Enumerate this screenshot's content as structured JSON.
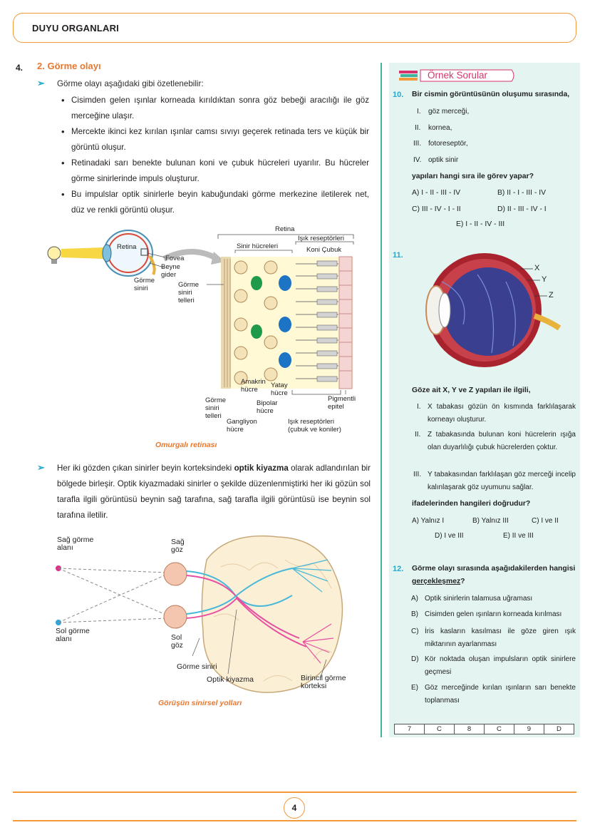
{
  "header": {
    "title": "DUYU ORGANLARI"
  },
  "section": {
    "number": "4.",
    "title": "2. Görme olayı"
  },
  "intro": "Görme olayı aşağıdaki gibi özetlenebilir:",
  "bullets": [
    "Cisimden gelen ışınlar korneada kırıldıktan sonra göz bebeği aracılığı ile göz merceğine ulaşır.",
    "Mercekte ikinci kez kırılan ışınlar camsı sıvıyı geçerek retinada ters ve küçük bir görüntü oluşur.",
    "Retinadaki sarı benekte bulunan koni ve çubuk hücreleri uyarılır. Bu hücreler görme sinirlerinde impuls oluşturur.",
    "Bu impulslar optik sinirlerle beyin kabuğundaki görme merkezine iletilerek net, düz ve renkli görüntü oluşur."
  ],
  "retina_figure": {
    "labels": {
      "retina_small": "Retina",
      "fovea": "Fovea",
      "blind_spot": "Beyne\ngider",
      "optic_nerve": "Görme\nsiniri",
      "nerve_fibers": "Görme\nsiniri\ntelleri",
      "retina_top": "Retina",
      "receptors_top": "Işık reseptörleri",
      "nerve_cells": "Sinir hücreleri",
      "cone_rod": "Koni Çubuk",
      "amacrine": "Amakrin\nhücre",
      "horizontal": "Yatay\nhücre",
      "bipolar": "Bipolar\nhücre",
      "ganglion": "Gangliyon\nhücre",
      "nerve_fibers_bottom": "Görme\nsiniri\ntelleri",
      "receptors_bottom": "Işık reseptörleri\n(çubuk ve koniler)",
      "pigment": "Pigmentli\nepitel"
    },
    "caption": "Omurgalı retinası"
  },
  "paragraph2": {
    "before": "Her iki gözden çıkan sinirler beyin korteksindeki ",
    "bold": "optik kiyazma",
    "after": " olarak adlandırılan bir bölgede birleşir. Optik kiyazmadaki sinirler o şekilde düzenlenmiştirki her iki gözün sol tarafla ilgili görüntüsü beynin sağ tarafına, sağ tarafla ilgili görüntüsü ise beynin sol tarafına iletilir."
  },
  "visual_figure": {
    "labels": {
      "right_field": "Sağ görme\nalanı",
      "left_field": "Sol görme\nalanı",
      "right_eye": "Sağ\ngöz",
      "left_eye": "Sol\ngöz",
      "optic_nerve": "Görme siniri",
      "chiasm": "Optik kiyazma",
      "cortex": "Birincil görme\nkorteksi"
    },
    "caption": "Görüşün sinirsel yolları"
  },
  "sidebar": {
    "heading": "Örnek Sorular",
    "q10": {
      "number": "10.",
      "stem": "Bir cismin görüntüsünün oluşumu sırasında,",
      "items": [
        {
          "roman": "I.",
          "text": "göz merceği,"
        },
        {
          "roman": "II.",
          "text": "kornea,"
        },
        {
          "roman": "III.",
          "text": "fotoreseptör,"
        },
        {
          "roman": "IV.",
          "text": "optik sinir"
        }
      ],
      "question": "yapıları hangi sıra ile görev yapar?",
      "options": [
        "A) I - II - III - IV",
        "B) II - I - III - IV",
        "C) III - IV - I - II",
        "D) II - III - IV - I",
        "E) I - II - IV - III"
      ]
    },
    "q11": {
      "number": "11.",
      "labels": {
        "x": "X",
        "y": "Y",
        "z": "Z"
      },
      "stem": "Göze ait X, Y ve Z yapıları ile ilgili,",
      "items": [
        {
          "roman": "I.",
          "text": "X tabakası gözün ön kısmında farklılaşarak korneayı oluşturur."
        },
        {
          "roman": "II.",
          "text": "Z tabakasında bulunan koni hücrelerin ışığa olan duyarlılığı çubuk hücrelerden çoktur."
        },
        {
          "roman": "III.",
          "text": "Y tabakasından farklılaşan göz merceği incelip kalınlaşarak göz uyumunu sağlar."
        }
      ],
      "question": "ifadelerinden hangileri doğrudur?",
      "options": [
        "A) Yalnız I",
        "B) Yalnız III",
        "C) I ve II",
        "D) I ve III",
        "E) II ve  III"
      ]
    },
    "q12": {
      "number": "12.",
      "stem_before": "Görme olayı sırasında aşağıdakilerden hangisi ",
      "stem_underlined": "gerçekleşmez",
      "stem_after": "?",
      "options": [
        {
          "letter": "A)",
          "text": "Optik sinirlerin talamusa uğraması"
        },
        {
          "letter": "B)",
          "text": "Cisimden gelen ışınların korneada kırılması"
        },
        {
          "letter": "C)",
          "text": "İris kasların kasılması ile göze giren ışık miktarının ayarlanması"
        },
        {
          "letter": "D)",
          "text": "Kör noktada oluşan impulsların optik sinirlere geçmesi"
        },
        {
          "letter": "E)",
          "text": "Göz merceğinde kırılan ışınların sarı benekte toplanması"
        }
      ]
    },
    "answers": [
      "7",
      "C",
      "8",
      "C",
      "9",
      "D"
    ]
  },
  "footer": {
    "page": "4"
  },
  "colors": {
    "accent_orange": "#f29a3a",
    "title_orange": "#e8772e",
    "teal": "#2aa7c9",
    "panel": "#e3f4f1",
    "pink": "#d6336c"
  }
}
